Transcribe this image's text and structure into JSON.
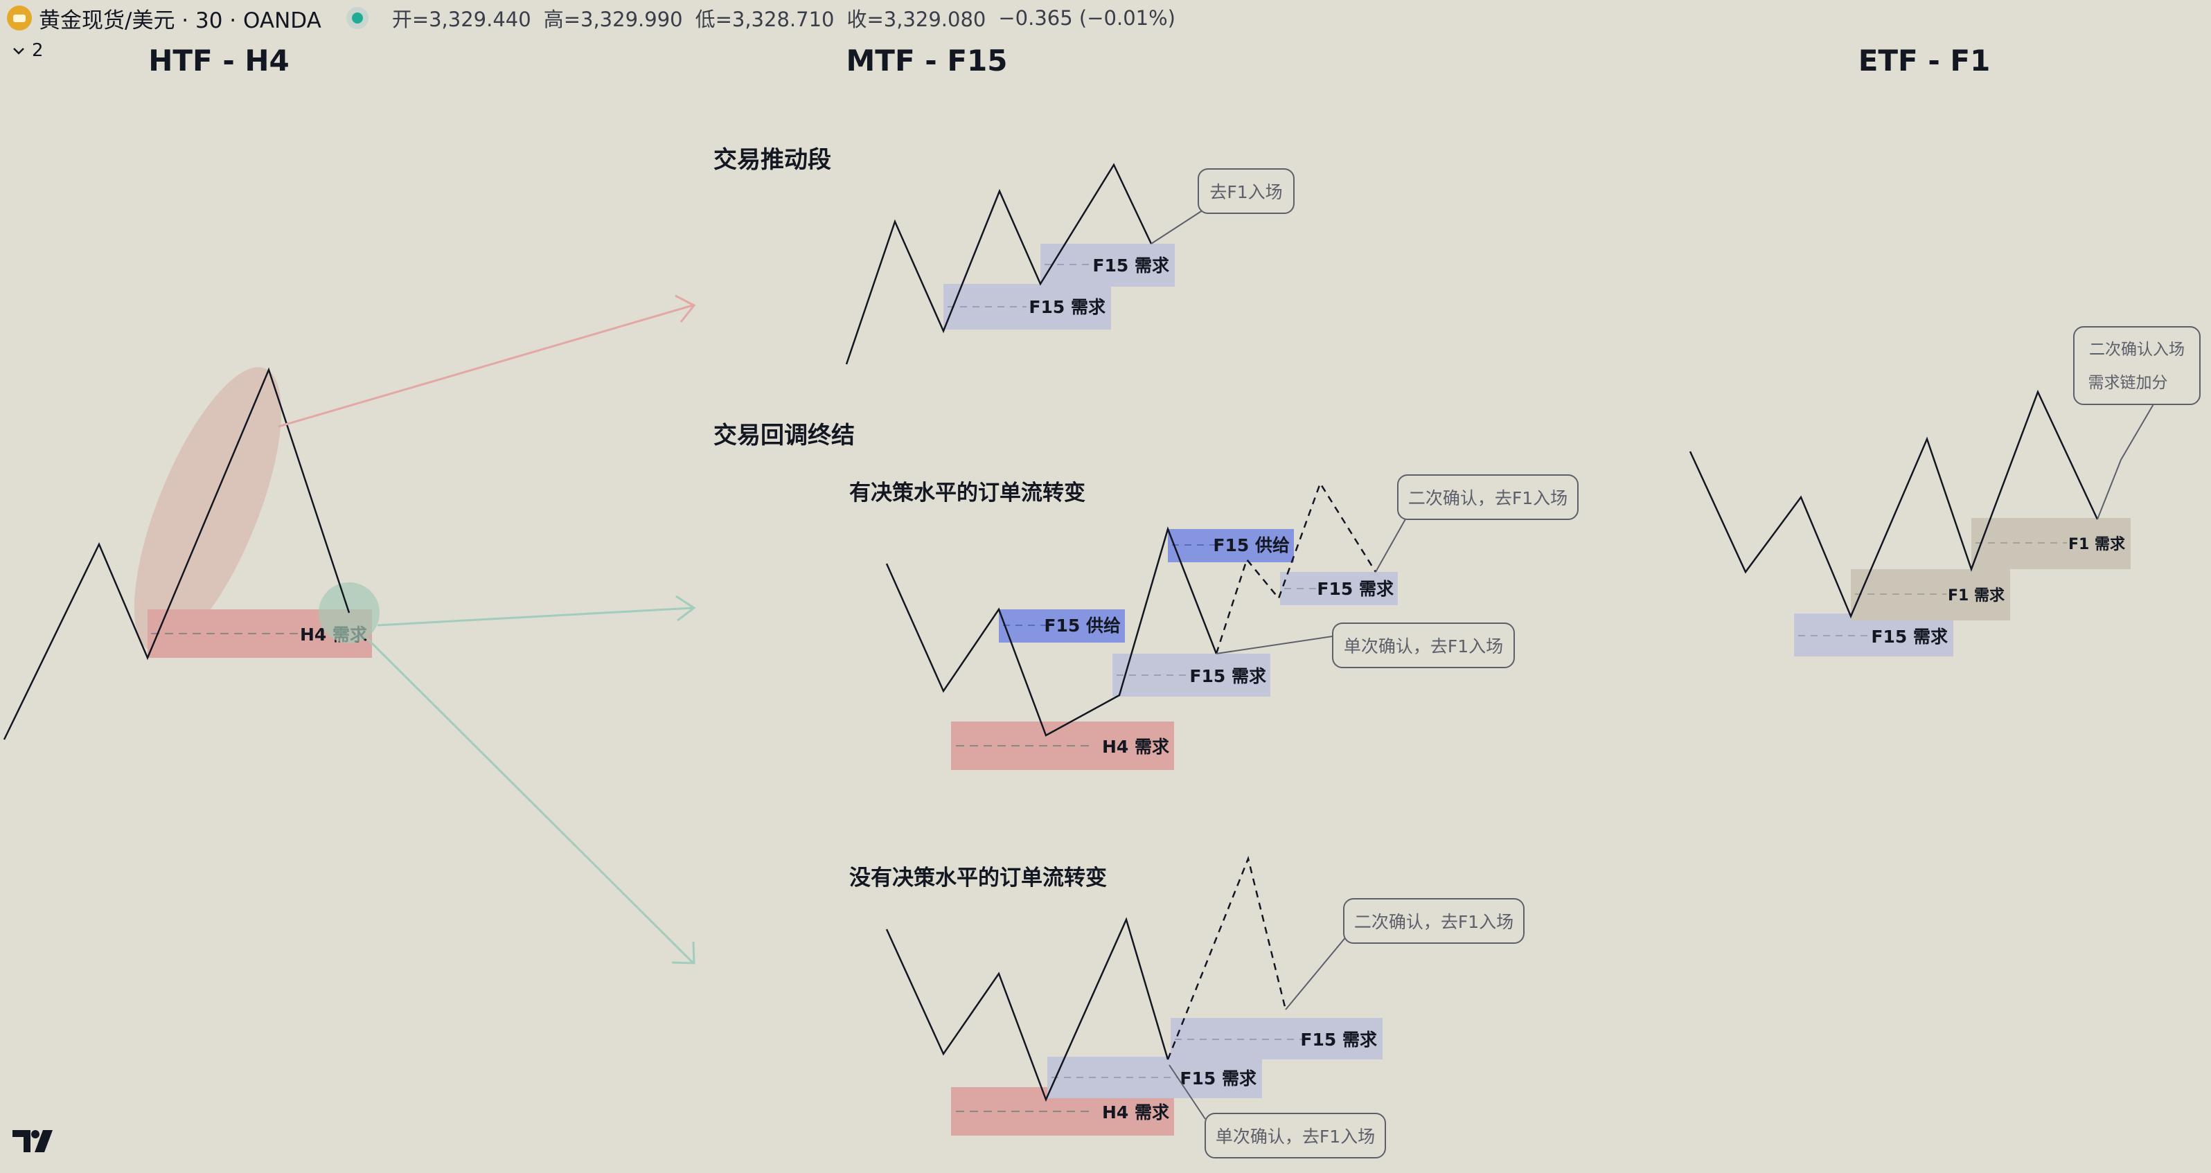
{
  "header": {
    "symbol": "黄金现货/美元 · 30 · OANDA",
    "open": "开=3,329.440",
    "high": "高=3,329.990",
    "low": "低=3,328.710",
    "close": "收=3,329.080",
    "change": "−0.365 (−0.01%)"
  },
  "collapse": {
    "count": "2"
  },
  "columns": {
    "htf": "HTF - H4",
    "mtf": "MTF - F15",
    "etf": "ETF - F1"
  },
  "sections": {
    "impulse": "交易推动段",
    "pullback_end": "交易回调终结",
    "with_decision": "有决策水平的订单流转变",
    "without_decision": "没有决策水平的订单流转变"
  },
  "zones": {
    "h4_demand": "H4 需求",
    "f15_demand": "F15 需求",
    "f15_supply": "F15 供给",
    "f1_demand": "F1 需求"
  },
  "callouts": {
    "go_f1": "去F1入场",
    "second_confirm": "二次确认，去F1入场",
    "single_confirm": "单次确认，去F1入场",
    "etf_line1": "二次确认入场",
    "etf_line2": "需求链加分"
  },
  "colors": {
    "background": "#e0ddd3",
    "demand_zone": "#dca7a2",
    "f15_demand_zone": "#c3c6d9",
    "supply_zone": "#8595e0",
    "f1_zone": "#cbc5b7",
    "arrow_red": "#e3a8a6",
    "arrow_green": "#a2cdbd"
  },
  "icons": {
    "logo": "tradingview-logo-icon",
    "status": "market-status-icon",
    "toggle": "chevron-down-icon"
  }
}
